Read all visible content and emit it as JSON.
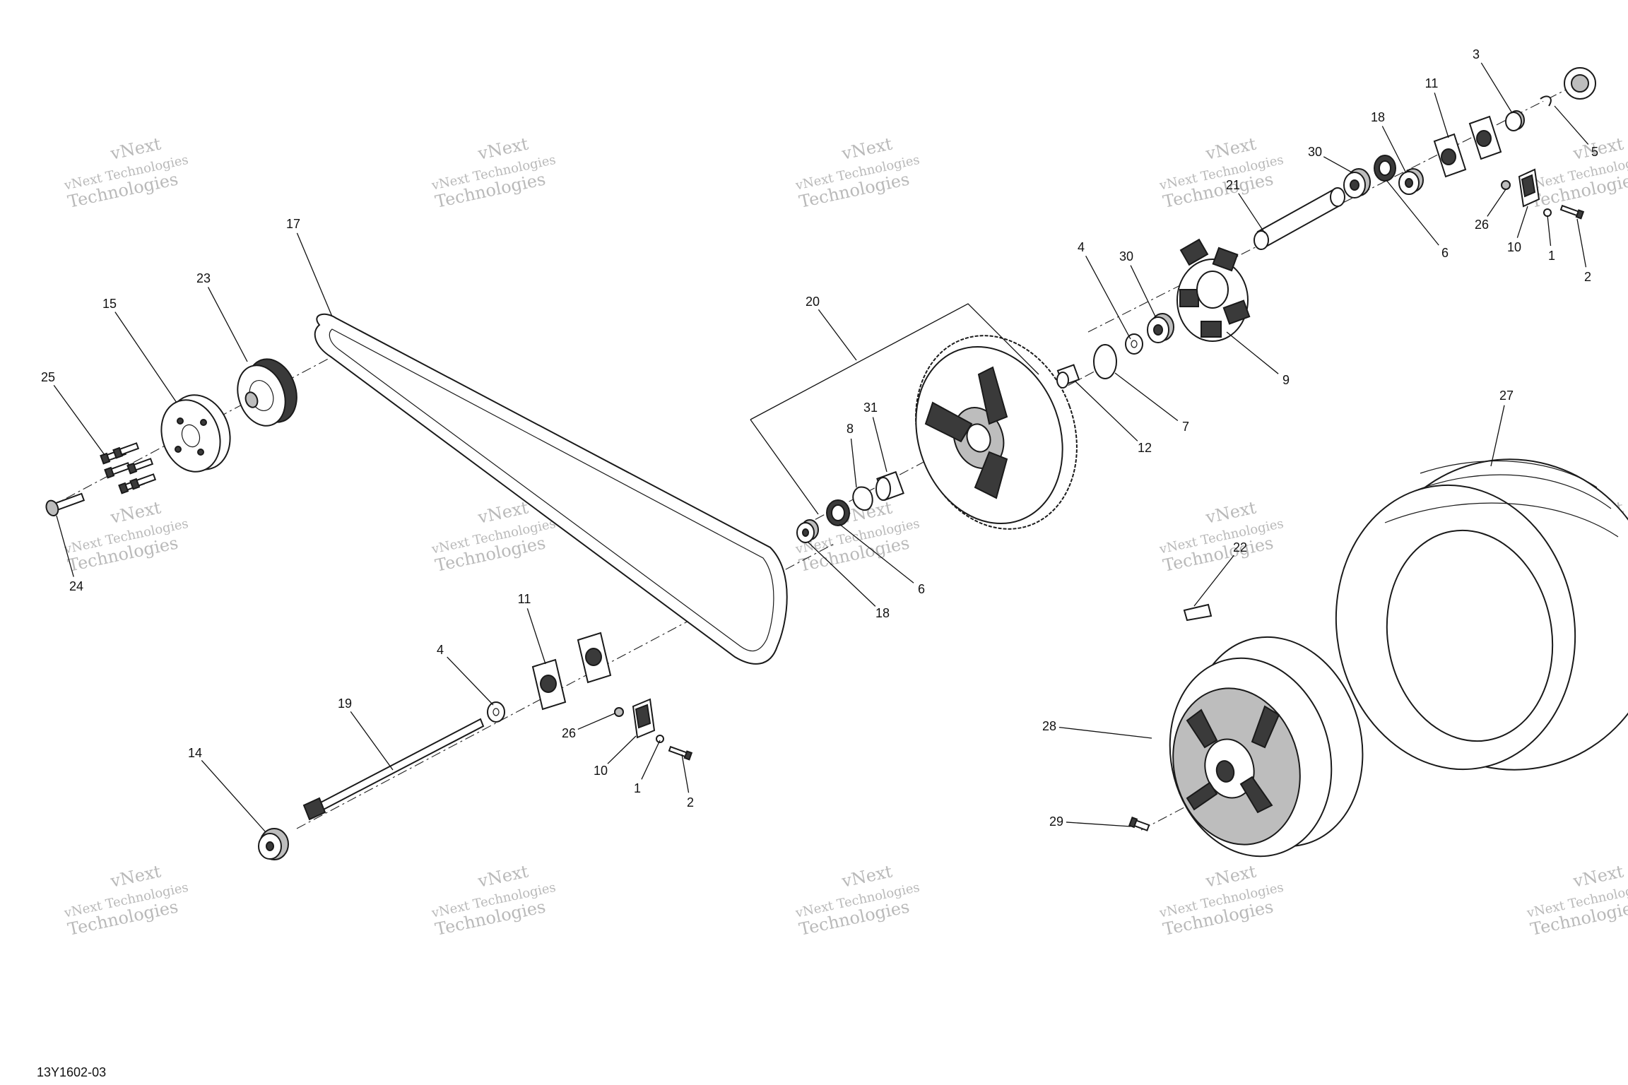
{
  "drawing_id": "13Y1602-03",
  "watermark": {
    "line1": "vNext Technologies",
    "line2": "Technologies",
    "overlay": "vNext"
  },
  "callouts": [
    "1",
    "1",
    "2",
    "2",
    "3",
    "4",
    "4",
    "5",
    "6",
    "6",
    "7",
    "8",
    "9",
    "10",
    "10",
    "11",
    "11",
    "12",
    "14",
    "15",
    "17",
    "18",
    "18",
    "19",
    "20",
    "21",
    "22",
    "23",
    "24",
    "25",
    "26",
    "26",
    "27",
    "28",
    "29",
    "30",
    "30",
    "31"
  ],
  "colors": {
    "line": "#1a1a1a",
    "watermark": "#b9b9b9",
    "background": "#ffffff"
  }
}
